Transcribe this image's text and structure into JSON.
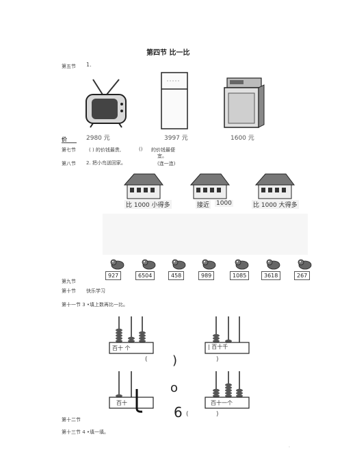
{
  "title": "第四节  比一比",
  "sections": {
    "s5": "第五节",
    "s5_num": "1.",
    "s7_mark": "价",
    "s7_label": "第七节",
    "s7_q1": "( ) 的价钱最贵,",
    "s7_q2": "()",
    "s7_q3": "的价钱最便",
    "s7_q4": "宜。",
    "s8": "第八节",
    "s8_task": "2.  把小鸟送回家。",
    "s8_hint": "(连一连)",
    "s9": "第九节",
    "s10": "第十节",
    "s10_text": "快乐学习",
    "s11": "第十一节 3 •填上数再比一比。",
    "s12": "第十二节",
    "s13": "第十三节 4 •填一填。"
  },
  "prices": [
    "2980 元",
    "3997 元",
    "1600 元"
  ],
  "houses": [
    "比 1000 小得多",
    "接近",
    "1000",
    "比 1000 大得多"
  ],
  "birds": [
    "927",
    "6504",
    "458",
    "989",
    "1085",
    "3618",
    "267"
  ],
  "abacus": {
    "a1": "百十  个",
    "a2": "| 百十千",
    "a3": "百十",
    "a4": "百十一个",
    "paren1": "(",
    "paren2": ")",
    "paren3": ")",
    "circle": "o",
    "six": "6",
    "paren4": "(",
    "paren5": ")"
  },
  "page_mark": "."
}
